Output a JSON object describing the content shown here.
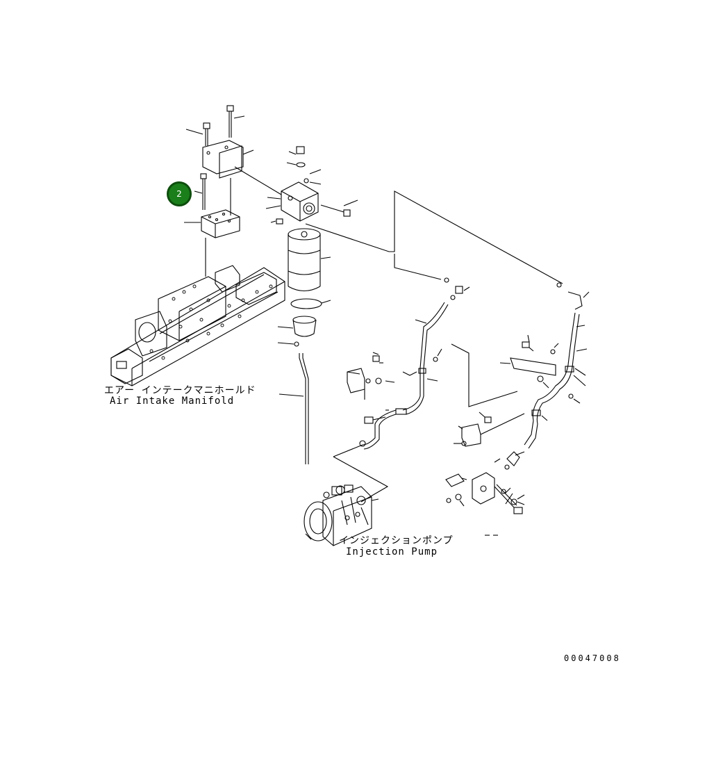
{
  "callout": {
    "number": "2",
    "color": "#1a7f1a"
  },
  "labels": {
    "air_intake_manifold_jp": "エアー インテークマニホールド",
    "air_intake_manifold_en": "Air Intake Manifold",
    "injection_pump_jp": "インジェクションポンプ",
    "injection_pump_en": "Injection Pump"
  },
  "drawing_number": "00047008",
  "line_color": "#000000"
}
